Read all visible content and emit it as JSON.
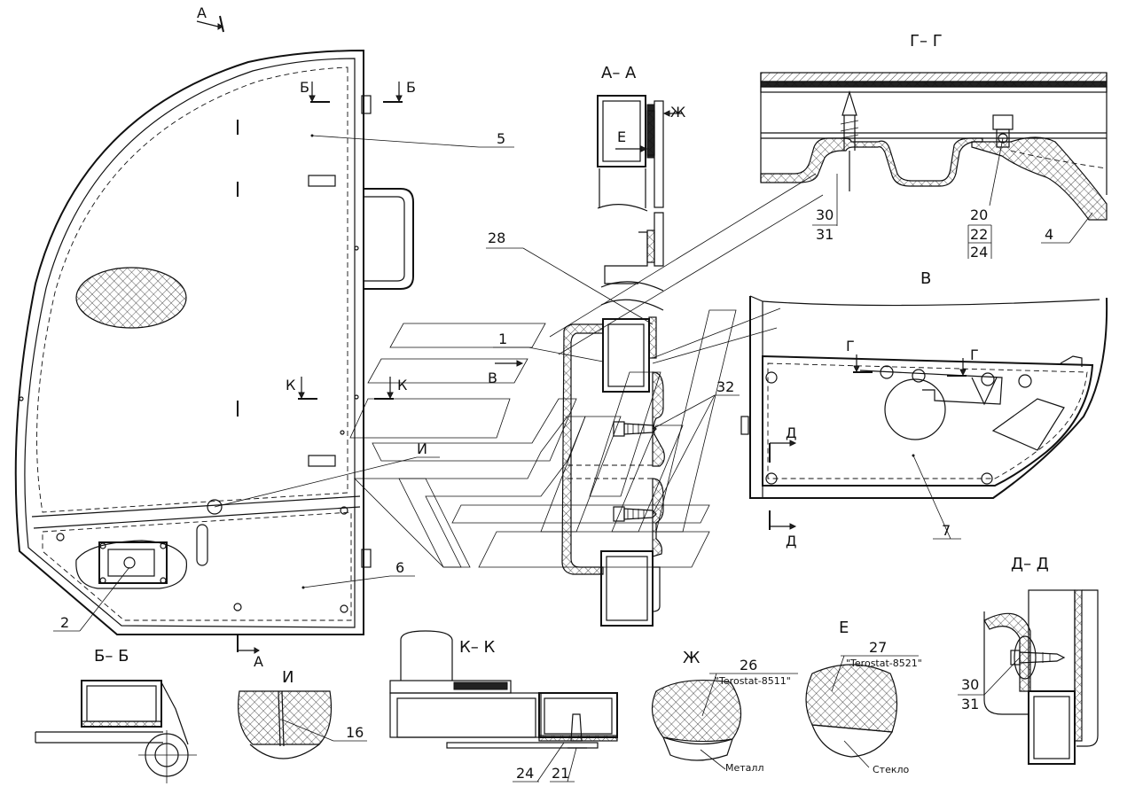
{
  "sections": {
    "aa": "А– А",
    "bb": "Б– Б",
    "gg": "Г– Г",
    "dd": "Д– Д",
    "kk": "К– К",
    "i": "И",
    "v": "В",
    "e": "Е",
    "zh": "Ж"
  },
  "markers": {
    "a": "А",
    "b": "Б",
    "k": "К",
    "v": "В",
    "g": "Г",
    "d": "Д",
    "e": "Е",
    "zh": "Ж",
    "i": "И"
  },
  "callouts": {
    "p1": "1",
    "p2": "2",
    "p4": "4",
    "p5": "5",
    "p6": "6",
    "p7": "7",
    "p16": "16",
    "p20": "20",
    "p21": "21",
    "p22": "22",
    "p24": "24",
    "p26": "26",
    "p27": "27",
    "p28": "28",
    "p30": "30",
    "p31": "31",
    "p32": "32"
  },
  "notes": {
    "terostat_8511": "\"Terostat-8511\"",
    "terostat_8521": "\"Terostat-8521\"",
    "metal": "Металл",
    "glass": "Стекло"
  }
}
